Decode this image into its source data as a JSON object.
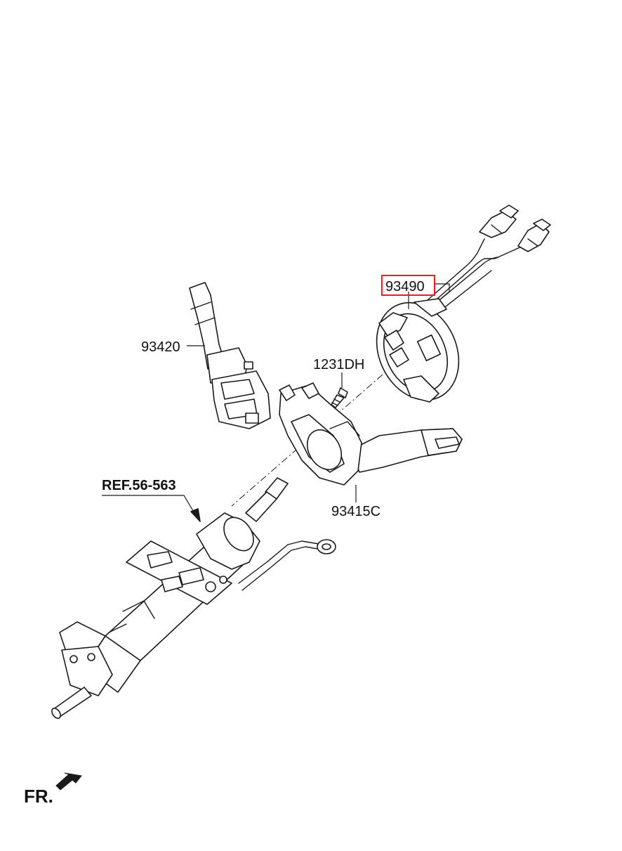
{
  "callouts": {
    "clock_spring": "93490",
    "wiper_switch": "93420",
    "screw": "1231DH",
    "multifunction_switch": "93415C",
    "column_ref": "REF.56-563"
  },
  "direction": {
    "label": "FR."
  },
  "colors": {
    "line": "#1a1a1a",
    "highlight_box": "#e31e24",
    "background": "#ffffff"
  }
}
